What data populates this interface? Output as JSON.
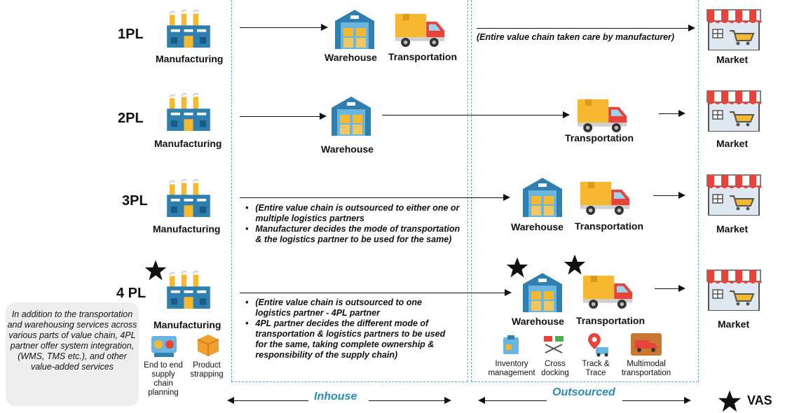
{
  "rows": [
    {
      "pl": "1PL",
      "mfg": "Manufacturing",
      "warehouse": "Warehouse",
      "transport": "Transportation",
      "note": "(Entire value chain taken care by manufacturer)",
      "market": "Market"
    },
    {
      "pl": "2PL",
      "mfg": "Manufacturing",
      "warehouse": "Warehouse",
      "transport": "Transportation",
      "market": "Market"
    },
    {
      "pl": "3PL",
      "mfg": "Manufacturing",
      "warehouse": "Warehouse",
      "transport": "Transportation",
      "market": "Market",
      "bullets": [
        "(Entire value chain is outsourced to either one or multiple logistics partners",
        "Manufacturer decides the mode of transportation & the logistics partner to be used for the same)"
      ]
    },
    {
      "pl": "4 PL",
      "mfg": "Manufacturing",
      "warehouse": "Warehouse",
      "transport": "Transportation",
      "market": "Market",
      "bullets": [
        "(Entire value chain is outsourced to one logistics partner - 4PL partner",
        "4PL partner decides the different mode of transportation & logistics partners to be used for the same, taking complete ownership & responsibility of the supply chain)"
      ]
    }
  ],
  "inhouse_services": [
    "End to end supply chain planning",
    "Product strapping"
  ],
  "outsourced_services": [
    "Inventory management",
    "Cross docking",
    "Track & Trace",
    "Multimodal transportation"
  ],
  "side_note": "In addition to the transportation and warehousing services across various parts of value chain, 4PL partner offer system integration, (WMS, TMS etc.), and other value-added services",
  "zones": {
    "inhouse": "Inhouse",
    "outsourced": "Outsourced"
  },
  "legend": {
    "vas": "VAS"
  },
  "colors": {
    "factory": "#2f7fb0",
    "factory_accent": "#f5b82e",
    "truck": "#f5b82e",
    "truck_cab": "#e8433b",
    "awning": "#e8433b",
    "dash": "#5aa7c9"
  }
}
